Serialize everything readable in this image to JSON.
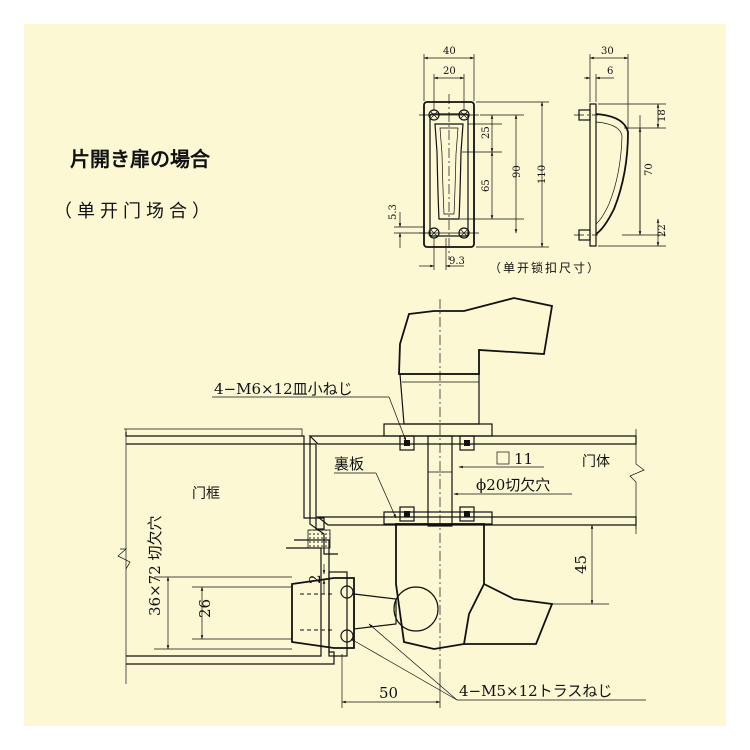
{
  "title_jp": "片開き扉の場合",
  "title_cn": "（单开门场合）",
  "top_view_caption": "（单开锁扣尺寸）",
  "dims_front": {
    "w_total": "40",
    "w_inner": "20",
    "h_25": "25",
    "h_65": "65",
    "h_90": "90",
    "h_110": "110",
    "d_5_3": "5.3",
    "d_9_3": "9.3"
  },
  "dims_side": {
    "w_30": "30",
    "w_6": "6",
    "h_18": "18",
    "h_70": "70",
    "h_22": "22"
  },
  "section_labels": {
    "screw_top": "4−M6×12皿小ねじ",
    "back_plate": "裏板",
    "square_11": "11",
    "door_body": "门体",
    "hole_20": "ϕ20切欠穴",
    "door_frame": "门框",
    "cutout_36x72": "36×72 切欠穴",
    "dim_2": "2",
    "dim_26": "26",
    "dim_45": "45",
    "dim_50": "50",
    "screw_bottom": "4−M5×12トラスねじ"
  }
}
